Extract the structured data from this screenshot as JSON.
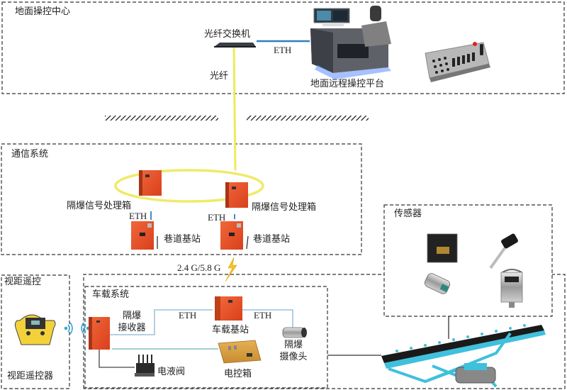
{
  "diagram": {
    "title": "",
    "groups": {
      "ground_center": {
        "label": "地面操控中心"
      },
      "comm_system": {
        "label": "通信系统"
      },
      "los_remote": {
        "label": "视距遥控"
      },
      "vehicle_system": {
        "label": "车载系统"
      },
      "sensors": {
        "label": "传感器"
      }
    },
    "nodes": {
      "fiber_switch": {
        "label": "光纤交换机",
        "icon": "network-switch-icon"
      },
      "ground_platform": {
        "label": "地面远程操控平台",
        "icon": "operator-console-icon"
      },
      "control_panel": {
        "label": "",
        "icon": "control-panel-icon"
      },
      "signal_box_left": {
        "label": "隔爆信号处理箱",
        "icon": "explosion-proof-box-icon"
      },
      "signal_box_right": {
        "label": "隔爆信号处理箱",
        "icon": "explosion-proof-box-icon"
      },
      "base_station_left": {
        "label": "巷道基站",
        "icon": "base-station-icon"
      },
      "base_station_right": {
        "label": "巷道基站",
        "icon": "base-station-icon"
      },
      "los_controller": {
        "label": "视距遥控器",
        "icon": "remote-controller-icon"
      },
      "receiver": {
        "label_line1": "隔爆",
        "label_line2": "接收器",
        "icon": "receiver-box-icon"
      },
      "vehicle_station": {
        "label": "车载基站",
        "icon": "base-station-icon"
      },
      "camera": {
        "label_line1": "隔爆",
        "label_line2": "摄像头",
        "icon": "camera-icon"
      },
      "hydraulic_valve": {
        "label": "电液阀",
        "icon": "hydraulic-valve-icon"
      },
      "control_cabinet": {
        "label": "电控箱",
        "icon": "control-cabinet-icon"
      },
      "conveyor": {
        "label": "",
        "icon": "conveyor-icon"
      },
      "sensor_items": [
        {
          "icon": "sensor-module-icon"
        },
        {
          "icon": "temperature-sensor-icon"
        },
        {
          "icon": "pressure-sensor-icon"
        },
        {
          "icon": "gas-detector-icon"
        }
      ]
    },
    "links": {
      "switch_to_platform": {
        "label": "ETH"
      },
      "fiber": {
        "label": "光纤"
      },
      "box_to_station_left": {
        "label": "ETH"
      },
      "box_to_station_right": {
        "label": "ETH"
      },
      "wireless": {
        "label": "2.4 G/5.8 G"
      },
      "receiver_to_station": {
        "label": "ETH"
      },
      "station_to_camera": {
        "label": "ETH"
      }
    },
    "colors": {
      "fiber": "#f0ea5a",
      "eth": "#6fa8d0",
      "eth_strong": "#2f7fc0",
      "equipment_orange": "#e8502a",
      "conveyor_blue": "#3fc0dc",
      "dashed_border": "#333333"
    }
  }
}
